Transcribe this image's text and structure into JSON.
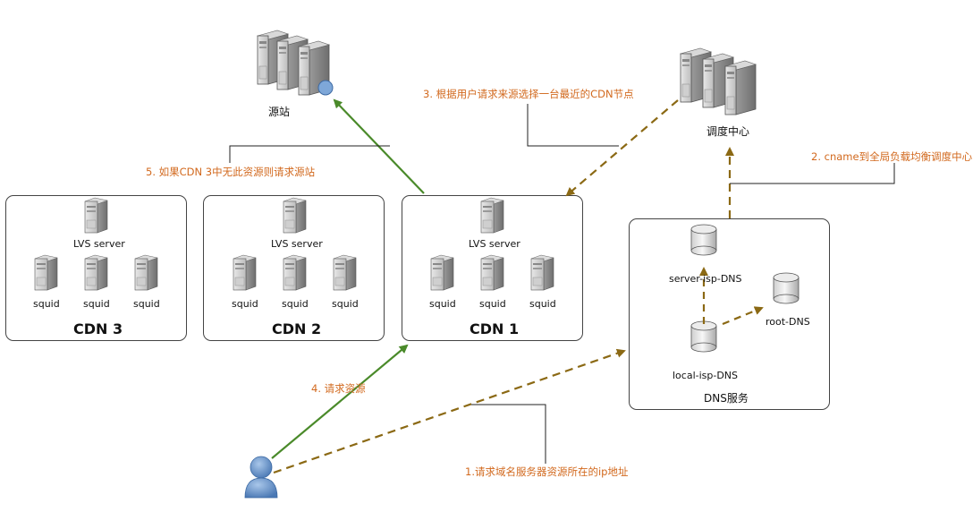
{
  "origin": {
    "label": "源站"
  },
  "scheduler": {
    "label": "调度中心"
  },
  "cdn_boxes": [
    {
      "title": "CDN 3",
      "lvs": "LVS server",
      "squids": [
        "squid",
        "squid",
        "squid"
      ]
    },
    {
      "title": "CDN 2",
      "lvs": "LVS server",
      "squids": [
        "squid",
        "squid",
        "squid"
      ]
    },
    {
      "title": "CDN 1",
      "lvs": "LVS server",
      "squids": [
        "squid",
        "squid",
        "squid"
      ]
    }
  ],
  "dns": {
    "title": "DNS服务",
    "server_isp": "server-isp-DNS",
    "root": "root-DNS",
    "local_isp": "local-isp-DNS"
  },
  "steps": {
    "step1": "1.请求域名服务器资源所在的ip地址",
    "step2": "2. cname到全局负载均衡调度中心",
    "step3": "3. 根据用户请求来源选择一台最近的CDN节点",
    "step4": "4. 请求资源",
    "step5": "5. 如果CDN 3中无此资源则请求源站"
  },
  "colors": {
    "green": "#4a8a2a",
    "brown": "#8b6914",
    "orange": "#d2691e"
  }
}
